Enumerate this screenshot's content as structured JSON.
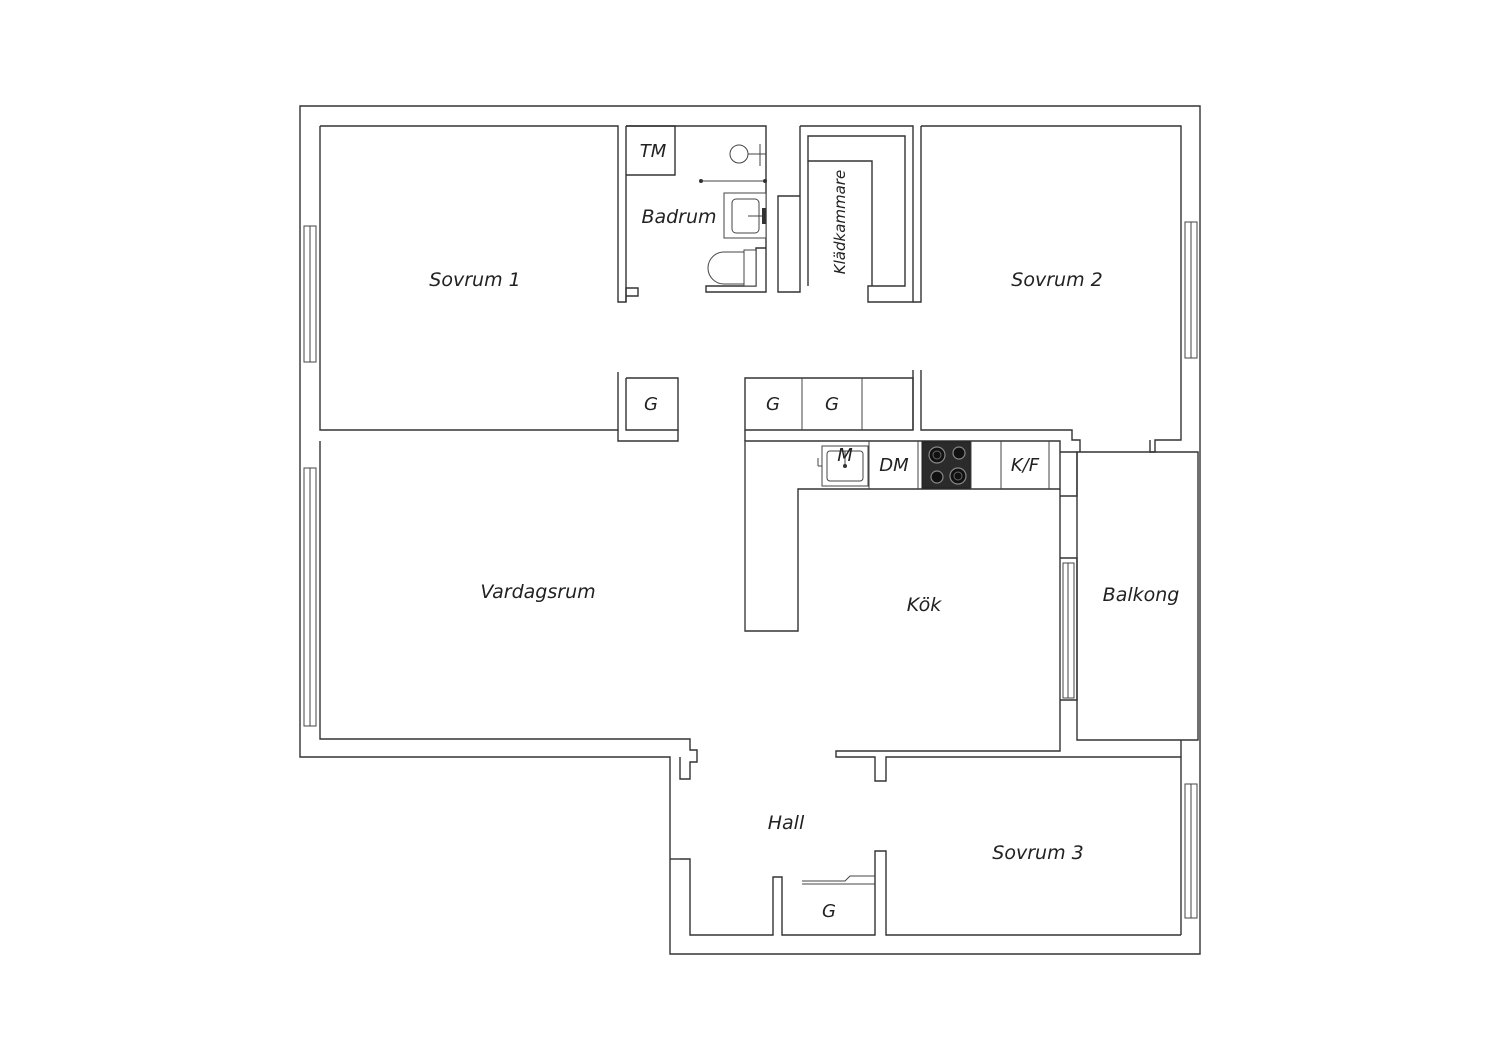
{
  "rooms": {
    "sovrum1": "Sovrum 1",
    "sovrum2": "Sovrum 2",
    "sovrum3": "Sovrum 3",
    "badrum": "Badrum",
    "kladkammare": "Klädkammare",
    "vardagsrum": "Vardagsrum",
    "kok": "Kök",
    "balkong": "Balkong",
    "hall": "Hall"
  },
  "fixtures": {
    "tm": "TM",
    "garderob": "G",
    "dm": "DM",
    "kf": "K/F",
    "m": "M"
  },
  "colors": {
    "wall": "#333333",
    "stove": "#2b2b2b",
    "background": "#ffffff"
  }
}
